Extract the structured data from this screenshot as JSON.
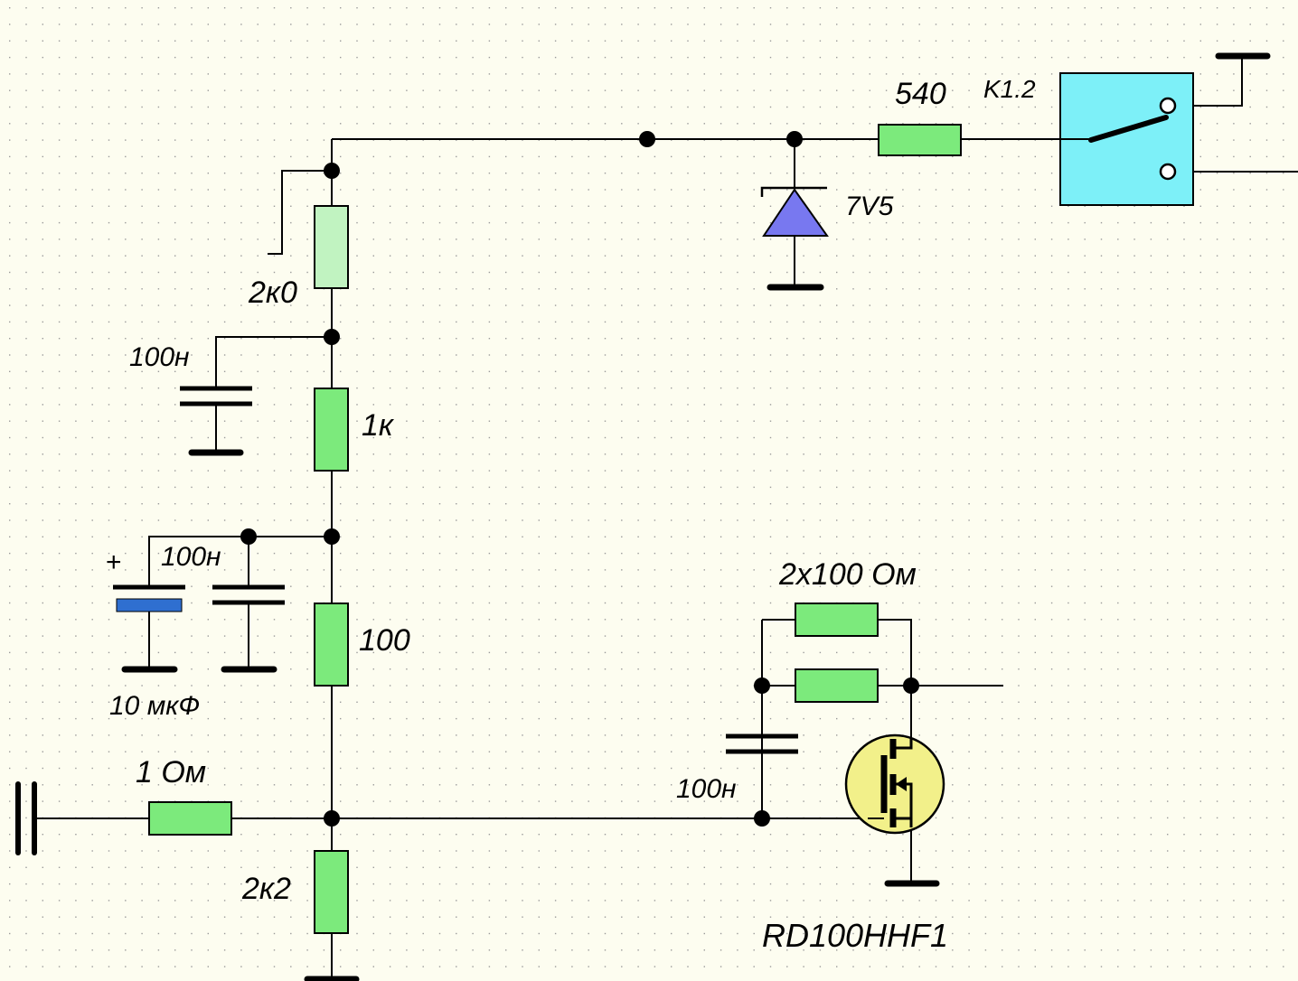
{
  "colors": {
    "background": "#fdfdf0",
    "grid_dot": "#9a9a9a",
    "resistor_fill": "#7cea7c",
    "trimmer_fill": "#c1f3c1",
    "relay_fill": "#7df0f8",
    "zener_fill": "#7878f0",
    "electrolytic_plate": "#2f6fd0",
    "mosfet_fill": "#f2f08a"
  },
  "labels": {
    "r_540": "540",
    "relay": "K1.2",
    "zener": "7V5",
    "trimmer": "2к0",
    "c_top": "100н",
    "r_1k": "1к",
    "c_mid": "100н",
    "plus": "+",
    "r_100": "100",
    "electrolytic": "10 мкФ",
    "r_1ohm": "1 Ом",
    "r_2k2": "2к2",
    "r_pair": "2x100 Ом",
    "c_gate": "100н",
    "mosfet": "RD100HHF1"
  },
  "icons": {
    "relay": "relay-switch-icon",
    "zener": "zener-diode-icon",
    "mosfet": "mosfet-icon",
    "ground": "ground-icon",
    "capacitor": "capacitor-icon",
    "electrolytic": "electrolytic-capacitor-icon"
  }
}
